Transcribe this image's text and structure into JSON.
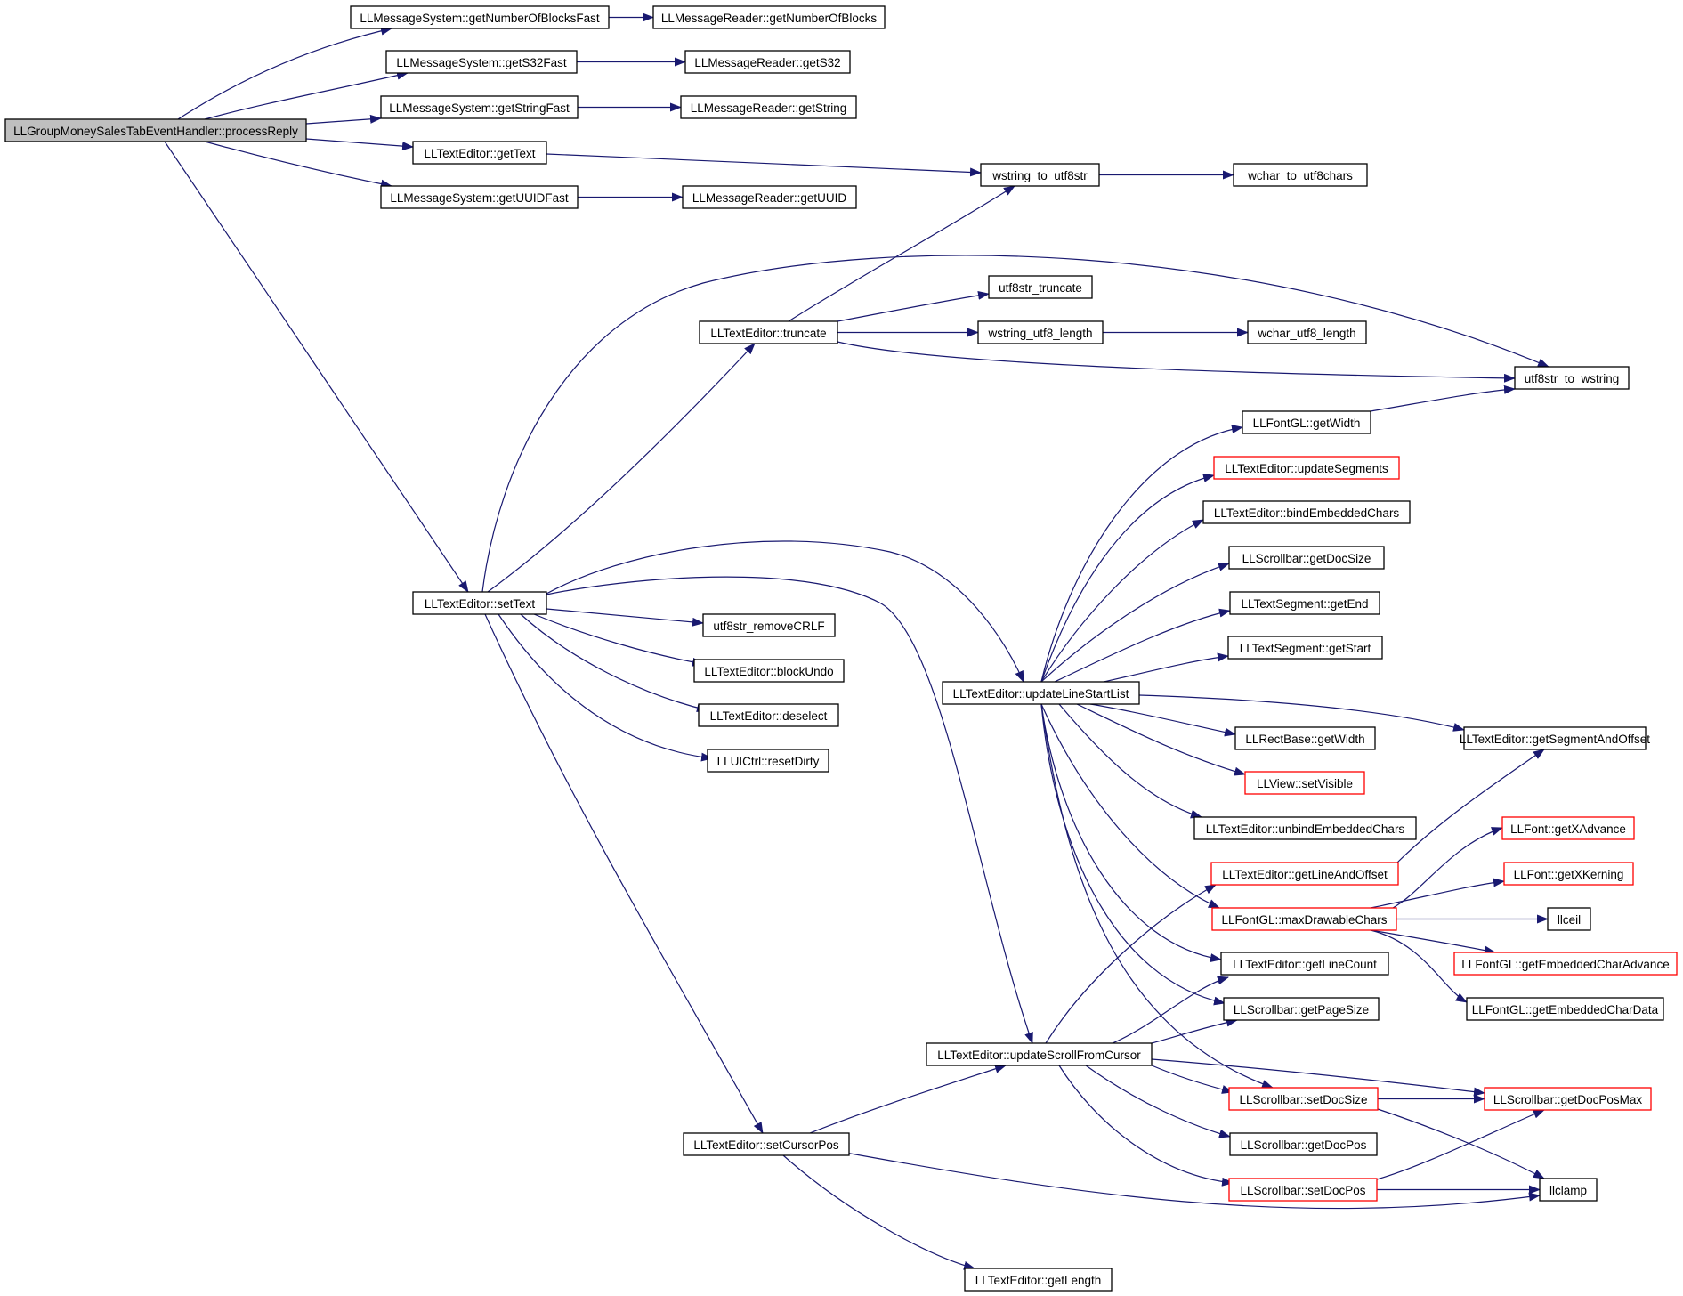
{
  "diagram": {
    "type": "call-graph",
    "colors": {
      "edge": "#191970",
      "node_border": "#000000",
      "node_border_truncated": "#ff0000",
      "root_fill": "#bfbfbf",
      "node_fill": "#ffffff"
    },
    "nodes": [
      {
        "id": "n0",
        "label": "LLGroupMoneySalesTabEventHandler::processReply",
        "style": "root"
      },
      {
        "id": "n1",
        "label": "LLMessageSystem::getNumberOfBlocksFast",
        "style": "normal"
      },
      {
        "id": "n2",
        "label": "LLMessageReader::getNumberOfBlocks",
        "style": "normal"
      },
      {
        "id": "n3",
        "label": "LLMessageSystem::getS32Fast",
        "style": "normal"
      },
      {
        "id": "n4",
        "label": "LLMessageReader::getS32",
        "style": "normal"
      },
      {
        "id": "n5",
        "label": "LLMessageSystem::getStringFast",
        "style": "normal"
      },
      {
        "id": "n6",
        "label": "LLMessageReader::getString",
        "style": "normal"
      },
      {
        "id": "n7",
        "label": "LLTextEditor::getText",
        "style": "normal"
      },
      {
        "id": "n8",
        "label": "wstring_to_utf8str",
        "style": "normal"
      },
      {
        "id": "n9",
        "label": "wchar_to_utf8chars",
        "style": "normal"
      },
      {
        "id": "n10",
        "label": "LLMessageSystem::getUUIDFast",
        "style": "normal"
      },
      {
        "id": "n11",
        "label": "LLMessageReader::getUUID",
        "style": "normal"
      },
      {
        "id": "n12",
        "label": "utf8str_truncate",
        "style": "normal"
      },
      {
        "id": "n13",
        "label": "LLTextEditor::truncate",
        "style": "normal"
      },
      {
        "id": "n14",
        "label": "wstring_utf8_length",
        "style": "normal"
      },
      {
        "id": "n15",
        "label": "wchar_utf8_length",
        "style": "normal"
      },
      {
        "id": "n16",
        "label": "utf8str_to_wstring",
        "style": "normal"
      },
      {
        "id": "n17",
        "label": "LLFontGL::getWidth",
        "style": "normal"
      },
      {
        "id": "n18",
        "label": "LLTextEditor::updateSegments",
        "style": "truncated"
      },
      {
        "id": "n19",
        "label": "LLTextEditor::bindEmbeddedChars",
        "style": "normal"
      },
      {
        "id": "n20",
        "label": "LLScrollbar::getDocSize",
        "style": "normal"
      },
      {
        "id": "n21",
        "label": "LLTextEditor::setText",
        "style": "normal"
      },
      {
        "id": "n22",
        "label": "LLTextSegment::getEnd",
        "style": "normal"
      },
      {
        "id": "n23",
        "label": "utf8str_removeCRLF",
        "style": "normal"
      },
      {
        "id": "n24",
        "label": "LLTextSegment::getStart",
        "style": "normal"
      },
      {
        "id": "n25",
        "label": "LLTextEditor::blockUndo",
        "style": "normal"
      },
      {
        "id": "n26",
        "label": "LLTextEditor::updateLineStartList",
        "style": "normal"
      },
      {
        "id": "n27",
        "label": "LLTextEditor::deselect",
        "style": "normal"
      },
      {
        "id": "n28",
        "label": "LLRectBase::getWidth",
        "style": "normal"
      },
      {
        "id": "n29",
        "label": "LLTextEditor::getSegmentAndOffset",
        "style": "normal"
      },
      {
        "id": "n30",
        "label": "LLUICtrl::resetDirty",
        "style": "normal"
      },
      {
        "id": "n31",
        "label": "LLView::setVisible",
        "style": "truncated"
      },
      {
        "id": "n32",
        "label": "LLTextEditor::unbindEmbeddedChars",
        "style": "normal"
      },
      {
        "id": "n33",
        "label": "LLFont::getXAdvance",
        "style": "truncated"
      },
      {
        "id": "n34",
        "label": "LLTextEditor::getLineAndOffset",
        "style": "truncated"
      },
      {
        "id": "n35",
        "label": "LLFont::getXKerning",
        "style": "truncated"
      },
      {
        "id": "n36",
        "label": "LLFontGL::maxDrawableChars",
        "style": "truncated"
      },
      {
        "id": "n37",
        "label": "llceil",
        "style": "normal"
      },
      {
        "id": "n38",
        "label": "LLTextEditor::getLineCount",
        "style": "normal"
      },
      {
        "id": "n39",
        "label": "LLFontGL::getEmbeddedCharAdvance",
        "style": "truncated"
      },
      {
        "id": "n40",
        "label": "LLScrollbar::getPageSize",
        "style": "normal"
      },
      {
        "id": "n41",
        "label": "LLFontGL::getEmbeddedCharData",
        "style": "normal"
      },
      {
        "id": "n42",
        "label": "LLTextEditor::updateScrollFromCursor",
        "style": "normal"
      },
      {
        "id": "n43",
        "label": "LLScrollbar::setDocSize",
        "style": "truncated"
      },
      {
        "id": "n44",
        "label": "LLScrollbar::getDocPosMax",
        "style": "truncated"
      },
      {
        "id": "n45",
        "label": "LLTextEditor::setCursorPos",
        "style": "normal"
      },
      {
        "id": "n46",
        "label": "LLScrollbar::getDocPos",
        "style": "normal"
      },
      {
        "id": "n47",
        "label": "LLScrollbar::setDocPos",
        "style": "truncated"
      },
      {
        "id": "n48",
        "label": "llclamp",
        "style": "normal"
      },
      {
        "id": "n49",
        "label": "LLTextEditor::getLength",
        "style": "normal"
      }
    ],
    "edges": [
      {
        "from": "n0",
        "to": "n1"
      },
      {
        "from": "n0",
        "to": "n3"
      },
      {
        "from": "n0",
        "to": "n5"
      },
      {
        "from": "n0",
        "to": "n7"
      },
      {
        "from": "n0",
        "to": "n10"
      },
      {
        "from": "n0",
        "to": "n21"
      },
      {
        "from": "n1",
        "to": "n2"
      },
      {
        "from": "n3",
        "to": "n4"
      },
      {
        "from": "n5",
        "to": "n6"
      },
      {
        "from": "n7",
        "to": "n8"
      },
      {
        "from": "n10",
        "to": "n11"
      },
      {
        "from": "n8",
        "to": "n9"
      },
      {
        "from": "n13",
        "to": "n8"
      },
      {
        "from": "n13",
        "to": "n12"
      },
      {
        "from": "n13",
        "to": "n14"
      },
      {
        "from": "n13",
        "to": "n16"
      },
      {
        "from": "n14",
        "to": "n15"
      },
      {
        "from": "n21",
        "to": "n16"
      },
      {
        "from": "n21",
        "to": "n13"
      },
      {
        "from": "n21",
        "to": "n26"
      },
      {
        "from": "n21",
        "to": "n42"
      },
      {
        "from": "n21",
        "to": "n23"
      },
      {
        "from": "n21",
        "to": "n25"
      },
      {
        "from": "n21",
        "to": "n27"
      },
      {
        "from": "n21",
        "to": "n30"
      },
      {
        "from": "n21",
        "to": "n45"
      },
      {
        "from": "n17",
        "to": "n16"
      },
      {
        "from": "n26",
        "to": "n17"
      },
      {
        "from": "n26",
        "to": "n18"
      },
      {
        "from": "n26",
        "to": "n19"
      },
      {
        "from": "n26",
        "to": "n20"
      },
      {
        "from": "n26",
        "to": "n22"
      },
      {
        "from": "n26",
        "to": "n24"
      },
      {
        "from": "n26",
        "to": "n29"
      },
      {
        "from": "n26",
        "to": "n28"
      },
      {
        "from": "n26",
        "to": "n31"
      },
      {
        "from": "n26",
        "to": "n32"
      },
      {
        "from": "n26",
        "to": "n36"
      },
      {
        "from": "n26",
        "to": "n38"
      },
      {
        "from": "n26",
        "to": "n40"
      },
      {
        "from": "n26",
        "to": "n43"
      },
      {
        "from": "n34",
        "to": "n29"
      },
      {
        "from": "n36",
        "to": "n33"
      },
      {
        "from": "n36",
        "to": "n35"
      },
      {
        "from": "n36",
        "to": "n37"
      },
      {
        "from": "n36",
        "to": "n39"
      },
      {
        "from": "n36",
        "to": "n41"
      },
      {
        "from": "n42",
        "to": "n34"
      },
      {
        "from": "n42",
        "to": "n38"
      },
      {
        "from": "n42",
        "to": "n40"
      },
      {
        "from": "n42",
        "to": "n44"
      },
      {
        "from": "n42",
        "to": "n43"
      },
      {
        "from": "n42",
        "to": "n46"
      },
      {
        "from": "n42",
        "to": "n47"
      },
      {
        "from": "n43",
        "to": "n44"
      },
      {
        "from": "n43",
        "to": "n48"
      },
      {
        "from": "n47",
        "to": "n44"
      },
      {
        "from": "n47",
        "to": "n48"
      },
      {
        "from": "n45",
        "to": "n42"
      },
      {
        "from": "n45",
        "to": "n48"
      },
      {
        "from": "n45",
        "to": "n49"
      }
    ]
  }
}
